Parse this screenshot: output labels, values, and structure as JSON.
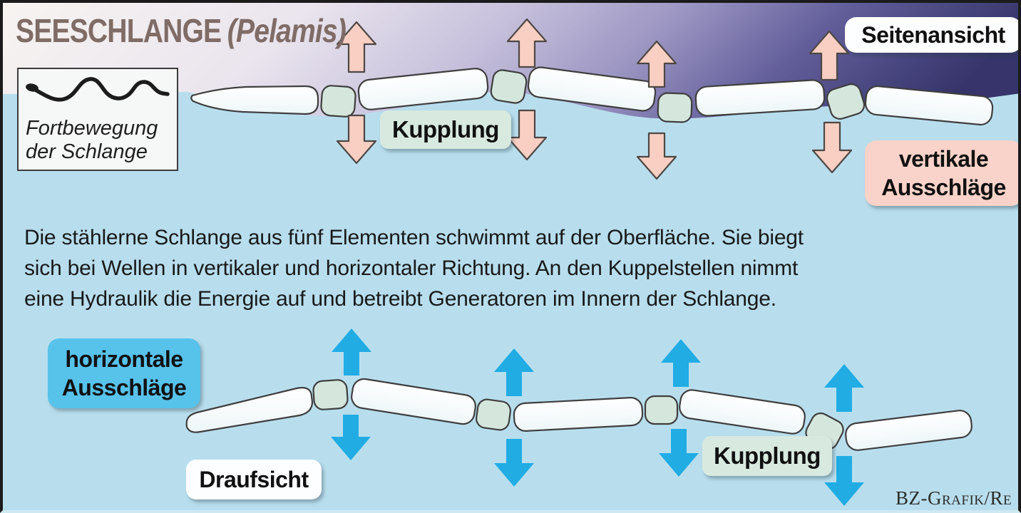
{
  "title": {
    "main": "SEESCHLANGE",
    "sub": "(Pelamis)"
  },
  "legend": {
    "line1": "Fortbewegung",
    "line2": "der Schlange"
  },
  "labels": {
    "side_view": "Seitenansicht",
    "coupling_top": "Kupplung",
    "vertical_line1": "vertikale",
    "vertical_line2": "Ausschläge",
    "horizontal_line1": "horizontale",
    "horizontal_line2": "Ausschläge",
    "top_view": "Draufsicht",
    "coupling_bottom": "Kupplung"
  },
  "paragraph": {
    "line1": "Die stählerne Schlange aus fünf Elementen schwimmt auf der Oberfläche. Sie biegt",
    "line2": "sich bei Wellen in vertikaler und horizontaler Richtung. An den Kuppelstellen nimmt",
    "line3": "eine Hydraulik die Energie auf und betreibt Generatoren im Innern der Schlange."
  },
  "credit": "BZ-Grafik/Re",
  "colors": {
    "water": "#b8deee",
    "sky_light": "#f7f4f1",
    "sky_dark": "#36346a",
    "segment_fill": "#fdffff",
    "segment_stroke": "#3f3e3e",
    "coupling_fill": "#d5e7dd",
    "pink_arrow": "#f8cfc2",
    "pink_label_bg": "#f9d3c9",
    "blue_arrow": "#21ace4",
    "blue_label_bg": "#57c3eb",
    "mint_label_bg": "#d8e9e0",
    "title_brown": "#806c66"
  }
}
